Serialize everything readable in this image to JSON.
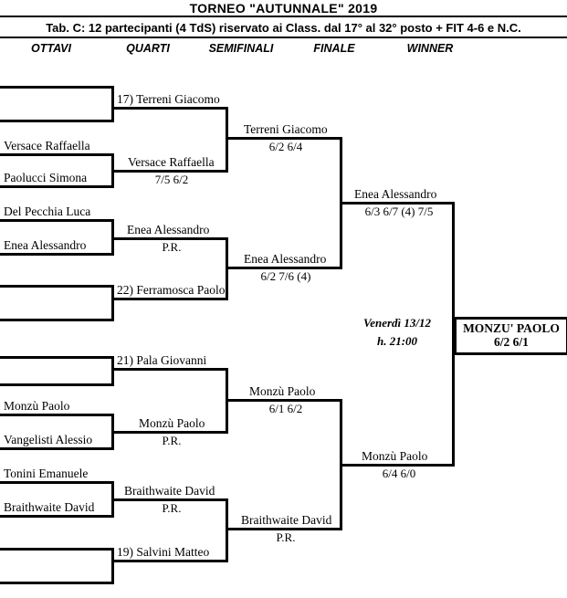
{
  "header": {
    "title": "TORNEO  \"AUTUNNALE\"  2019",
    "subtitle": "Tab. C: 12 partecipanti (4 TdS) riservato ai Class. dal 17° al 32° posto + FIT 4-6 e N.C.",
    "columns": [
      {
        "label": "OTTAVI"
      },
      {
        "label": "QUARTI"
      },
      {
        "label": "SEMIFINALI"
      },
      {
        "label": "FINALE"
      },
      {
        "label": "WINNER"
      }
    ]
  },
  "rounds": {
    "ottavi": [
      {
        "name": ""
      },
      {
        "name": ""
      },
      {
        "name": "Versace Raffaella"
      },
      {
        "name": "Paolucci Simona"
      },
      {
        "name": "Del Pecchia Luca"
      },
      {
        "name": "Enea Alessandro"
      },
      {
        "name": ""
      },
      {
        "name": ""
      },
      {
        "name": ""
      },
      {
        "name": ""
      },
      {
        "name": "Monzù Paolo"
      },
      {
        "name": "Vangelisti Alessio"
      },
      {
        "name": "Tonini Emanuele"
      },
      {
        "name": "Braithwaite David"
      },
      {
        "name": ""
      },
      {
        "name": ""
      }
    ],
    "quarti": [
      {
        "name": "17) Terreni Giacomo",
        "score": ""
      },
      {
        "name": "Versace Raffaella",
        "score": "7/5  6/2"
      },
      {
        "name": "Enea Alessandro",
        "score": "P.R."
      },
      {
        "name": "22) Ferramosca Paolo",
        "score": ""
      },
      {
        "name": "21) Pala Giovanni",
        "score": ""
      },
      {
        "name": "Monzù Paolo",
        "score": "P.R."
      },
      {
        "name": "Braithwaite David",
        "score": "P.R."
      },
      {
        "name": "19) Salvini Matteo",
        "score": ""
      }
    ],
    "semifinali": [
      {
        "name": "Terreni Giacomo",
        "score": "6/2  6/4"
      },
      {
        "name": "Enea Alessandro",
        "score": "6/2  7/6 (4)"
      },
      {
        "name": "Monzù Paolo",
        "score": "6/1  6/2"
      },
      {
        "name": "Braithwaite David",
        "score": "P.R."
      }
    ],
    "finale": [
      {
        "name": "Enea Alessandro",
        "score": "6/3  6/7 (4)  7/5"
      },
      {
        "name": "Monzù Paolo",
        "score": "6/4  6/0"
      }
    ],
    "winner": {
      "name": "MONZU'  PAOLO",
      "score": "6/2  6/1"
    }
  },
  "final_match": {
    "date": "Venerdì 13/12",
    "time": "h. 21:00"
  },
  "colors": {
    "ink": "#000000",
    "paper": "#ffffff"
  }
}
